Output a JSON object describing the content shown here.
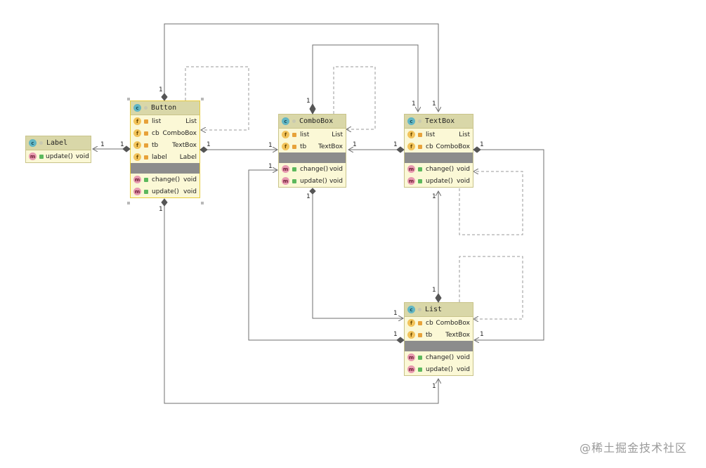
{
  "classes": {
    "label": {
      "badge": "c",
      "title": "Label",
      "methods": [
        {
          "badge": "m",
          "name": "update()",
          "type": "void"
        }
      ]
    },
    "button": {
      "badge": "c",
      "title": "Button",
      "fields": [
        {
          "badge": "f",
          "name": "list",
          "type": "List"
        },
        {
          "badge": "f",
          "name": "cb",
          "type": "ComboBox"
        },
        {
          "badge": "f",
          "name": "tb",
          "type": "TextBox"
        },
        {
          "badge": "f",
          "name": "label",
          "type": "Label"
        }
      ],
      "methods": [
        {
          "badge": "m",
          "name": "change()",
          "type": "void"
        },
        {
          "badge": "m",
          "name": "update()",
          "type": "void"
        }
      ]
    },
    "combobox": {
      "badge": "c",
      "title": "ComboBox",
      "fields": [
        {
          "badge": "f",
          "name": "list",
          "type": "List"
        },
        {
          "badge": "f",
          "name": "tb",
          "type": "TextBox"
        }
      ],
      "methods": [
        {
          "badge": "m",
          "name": "change()",
          "type": "void"
        },
        {
          "badge": "m",
          "name": "update()",
          "type": "void"
        }
      ]
    },
    "textbox": {
      "badge": "c",
      "title": "TextBox",
      "fields": [
        {
          "badge": "f",
          "name": "list",
          "type": "List"
        },
        {
          "badge": "f",
          "name": "cb",
          "type": "ComboBox"
        }
      ],
      "methods": [
        {
          "badge": "m",
          "name": "change()",
          "type": "void"
        },
        {
          "badge": "m",
          "name": "update()",
          "type": "void"
        }
      ]
    },
    "list": {
      "badge": "c",
      "title": "List",
      "fields": [
        {
          "badge": "f",
          "name": "cb",
          "type": "ComboBox"
        },
        {
          "badge": "f",
          "name": "tb",
          "type": "TextBox"
        }
      ],
      "methods": [
        {
          "badge": "m",
          "name": "change()",
          "type": "void"
        },
        {
          "badge": "m",
          "name": "update()",
          "type": "void"
        }
      ]
    }
  },
  "multiplicity": "1",
  "colors": {
    "line": "#6f6f6f",
    "dashed": "#9a9a9a",
    "class_fill": "#fbf8d6",
    "class_header": "#d9d7a8"
  },
  "watermark": "@稀土掘金技术社区"
}
